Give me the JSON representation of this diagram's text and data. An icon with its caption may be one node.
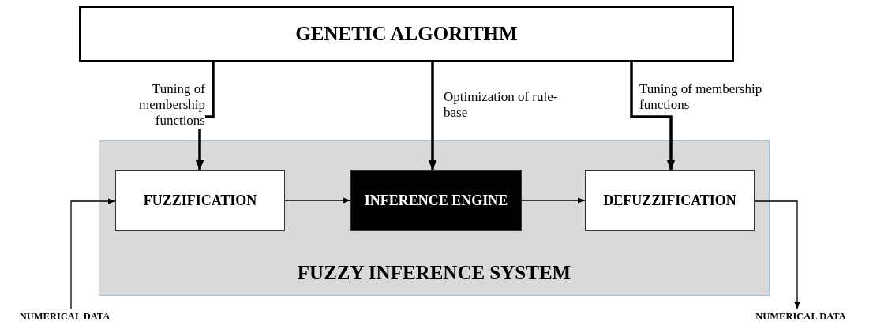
{
  "diagram": {
    "nodes": [
      {
        "text": [
          "GENETIC ALGORITHM"
        ]
      },
      {
        "text": [
          "FUZZY INFERENCE SYSTEM"
        ]
      },
      {
        "text": [
          "FUZZIFICATION"
        ],
        "in": 1
      },
      {
        "text": [
          "INFERENCE ENGINE"
        ],
        "in": 1
      },
      {
        "text": [
          "DEFUZZIFICATION"
        ],
        "in": 1
      },
      {
        "text": [
          "NUMERICAL DATA"
        ]
      },
      {
        "text": [
          "NUMERICAL DATA"
        ]
      }
    ],
    "edges": [
      {
        "from": 0,
        "to": 2,
        "arrow": "to",
        "label": "Tuning of membership functions",
        "style": "thick"
      },
      {
        "from": 0,
        "to": 3,
        "arrow": "to",
        "label": "Optimization of rule-base",
        "style": "thick"
      },
      {
        "from": 0,
        "to": 4,
        "arrow": "to",
        "label": "Tuning of membership functions",
        "style": "thick"
      },
      {
        "from": 2,
        "to": 3,
        "arrow": "to"
      },
      {
        "from": 3,
        "to": 4,
        "arrow": "to"
      },
      {
        "from": 5,
        "to": 2,
        "arrow": "to"
      },
      {
        "from": 4,
        "to": 6,
        "arrow": "to"
      }
    ]
  }
}
